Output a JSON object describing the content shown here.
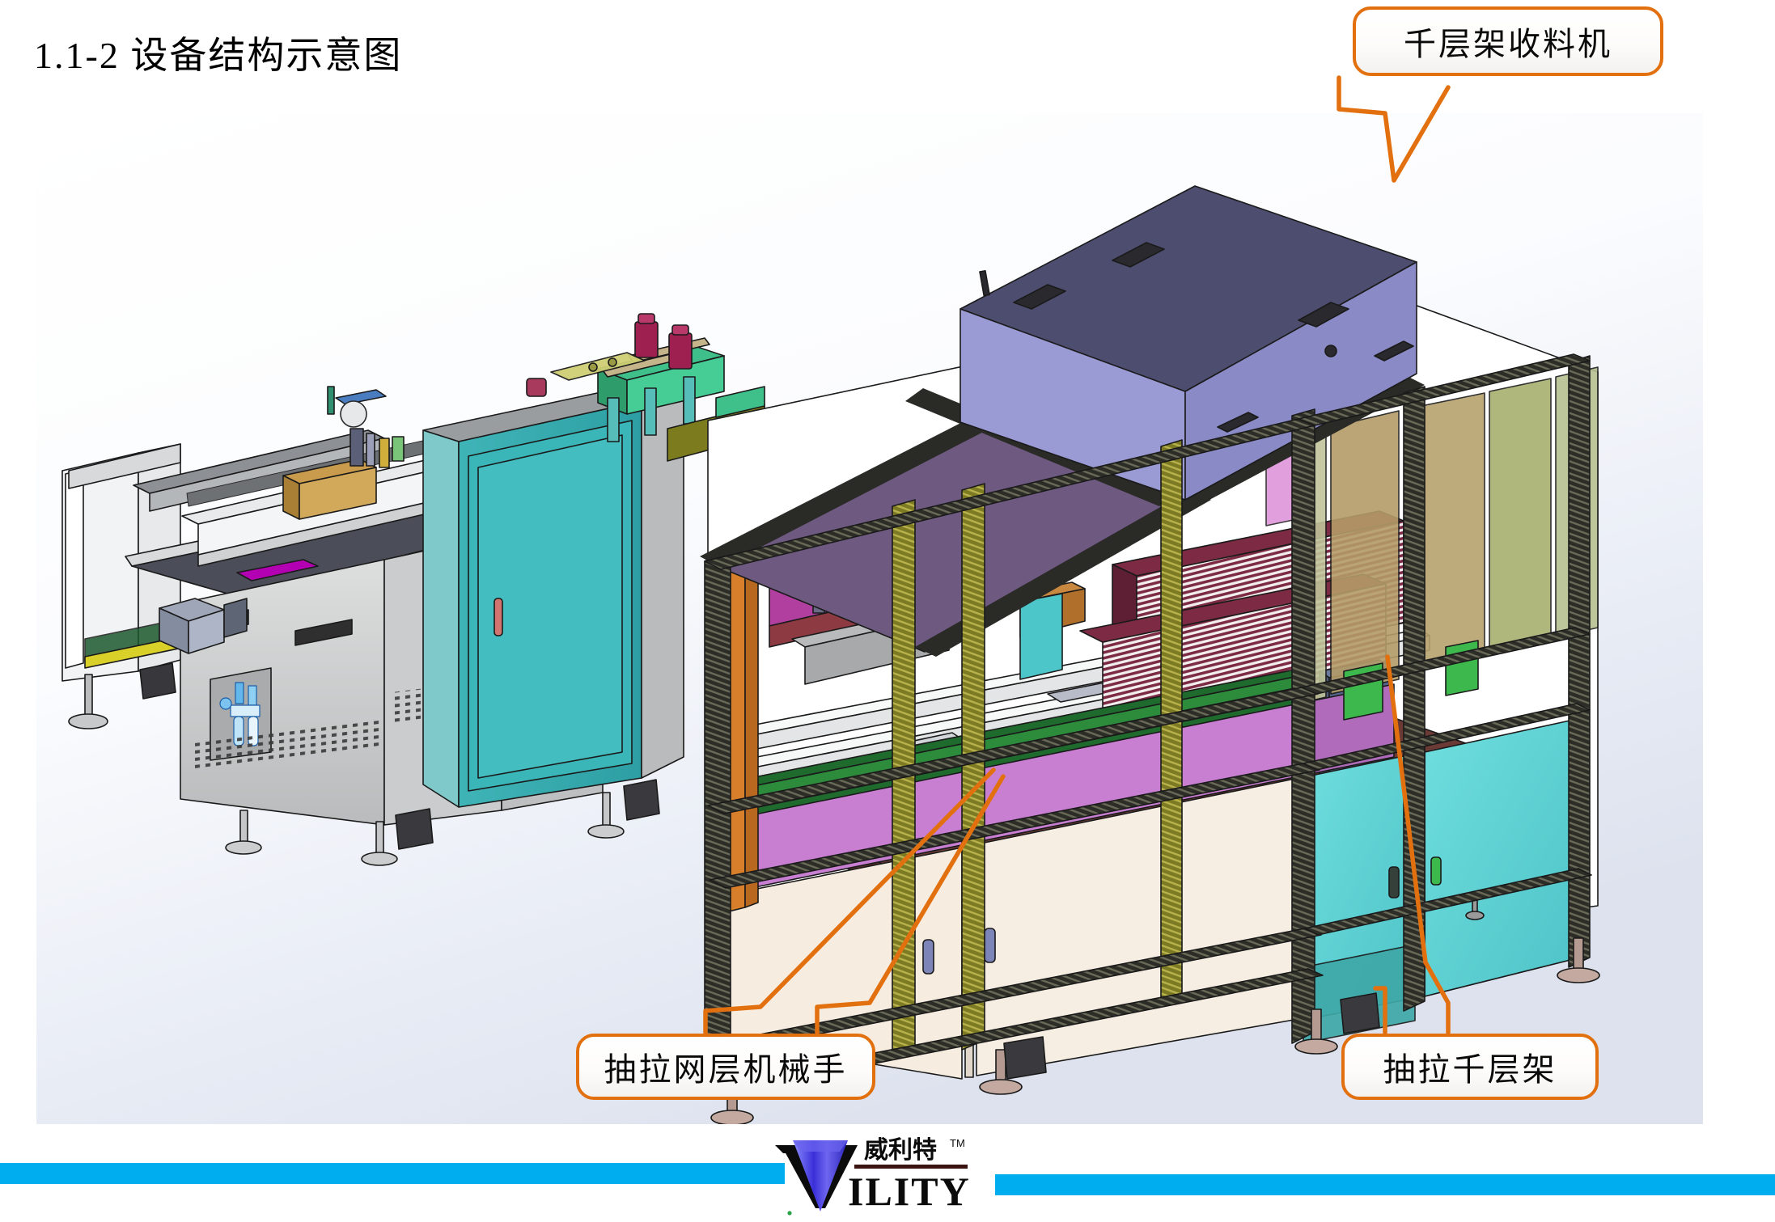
{
  "slide": {
    "title": "1.1-2 设备结构示意图",
    "background_color": "#ffffff"
  },
  "figure": {
    "name": "equipment-structure-3d-diagram",
    "description": "设备结构三维示意图",
    "background_gradient_from": "#ffffff",
    "background_gradient_to": "#dfe3ee"
  },
  "callouts": [
    {
      "id": "callout-top-right",
      "label": "千层架收料机",
      "border_color": "#E3700F",
      "points_to": "multi-layer-rack-receiving-machine"
    },
    {
      "id": "callout-bottom-left",
      "label": "抽拉网层机械手",
      "border_color": "#E3700F",
      "points_to": "mesh-layer-pull-robot-arm"
    },
    {
      "id": "callout-bottom-right",
      "label": "抽拉千层架",
      "border_color": "#E3700F",
      "points_to": "pull-out-multi-layer-rack"
    }
  ],
  "footer": {
    "bar_color": "#00ADEE",
    "logo": {
      "name": "vility-logo",
      "chinese": "威利特",
      "latin": "ILITY",
      "trademark": "TM",
      "diamond_color": "#4A4AE8"
    }
  },
  "palette": {
    "enclosure_top_dark": "#4d4d70",
    "enclosure_top_light": "#9a9ad4",
    "roof_purple": "#6f5a82",
    "cabinet_teal": "#35aeb1",
    "panel_cyan": "#5fd0d4",
    "base_gray": "#c9cbcc",
    "frame_black": "#2a2a26",
    "extrusion_olive": "#8d8a2f",
    "interior_cream": "#f6ece0",
    "band_magenta": "#c87fd2",
    "floor_brown": "#6b3a34",
    "orange_column": "#d77f2a",
    "glass_olive": "#a8a870",
    "glass_tan": "#b89a6c",
    "green_accent": "#3dba5c",
    "stack_maroon": "#7a2740",
    "plate_magenta": "#c23b9a"
  }
}
